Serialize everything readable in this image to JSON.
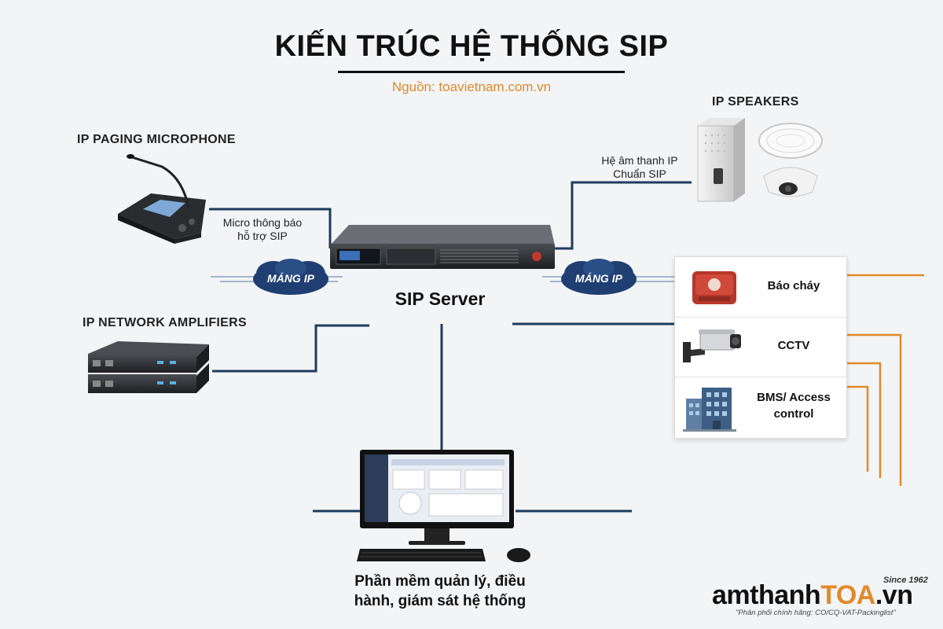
{
  "title": "KIẾN TRÚC HỆ THỐNG SIP",
  "source": "Nguồn: toavietnam.com.vn",
  "labels": {
    "ip_paging_microphone": "IP PAGING MICROPHONE",
    "ip_speakers": "IP SPEAKERS",
    "ip_network_amplifiers": "IP NETWORK AMPLIFIERS",
    "sip_server": "SIP Server",
    "cloud_left": "MÁNG IP",
    "cloud_right": "MÁNG IP",
    "mic_note_line1": "Micro thông báo",
    "mic_note_line2": "hỗ trợ SIP",
    "speaker_note_line1": "Hệ âm thanh IP",
    "speaker_note_line2": "Chuẩn SIP",
    "software_line1": "Phần mềm quản lý, điều",
    "software_line2": "hành, giám sát hệ thống"
  },
  "integrations": [
    {
      "label": "Báo cháy",
      "icon": "fire-alarm-icon"
    },
    {
      "label": "CCTV",
      "icon": "cctv-camera-icon"
    },
    {
      "label_line1": "BMS/ Access",
      "label_line2": "control",
      "icon": "building-icon"
    }
  ],
  "logo": {
    "main": "amthanh",
    "accent": "TOA",
    "suffix": ".vn",
    "since": "Since 1962",
    "tagline": "\"Phân phối chính hãng: CO/CQ-VAT-Packinglist\""
  },
  "colors": {
    "line": "#1c3d5e",
    "cloud": "#1f3f73",
    "orange": "#e08a2a",
    "background": "#f3f4f6"
  }
}
